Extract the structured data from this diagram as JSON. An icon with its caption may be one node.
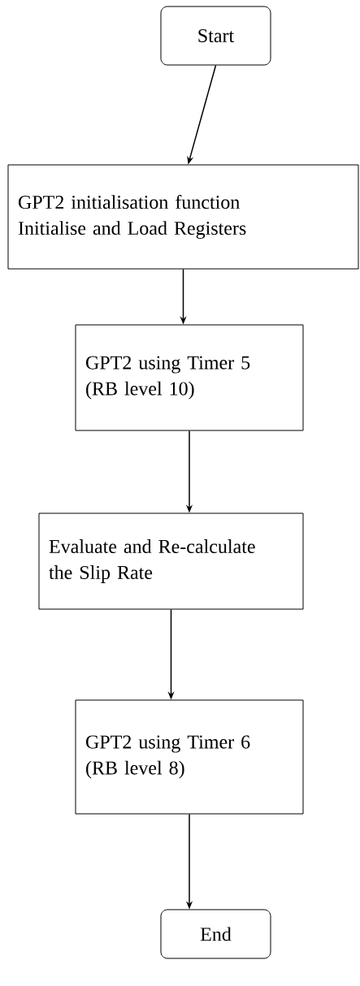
{
  "diagram": {
    "nodes": [
      {
        "text": [
          "Start"
        ]
      },
      {
        "text": [
          "GPT2 initialisation function",
          "Initialise and Load Registers"
        ]
      },
      {
        "text": [
          "GPT2 using Timer 5",
          "(RB level 10)"
        ]
      },
      {
        "text": [
          "Evaluate and Re-calculate",
          "the Slip Rate"
        ]
      },
      {
        "text": [
          "GPT2 using Timer 6",
          "(RB level 8)"
        ]
      },
      {
        "text": [
          "End"
        ]
      }
    ],
    "edges": [
      {
        "from": 0,
        "to": 1,
        "arrow": "to"
      },
      {
        "from": 1,
        "to": 2,
        "arrow": "to"
      },
      {
        "from": 2,
        "to": 3,
        "arrow": "to"
      },
      {
        "from": 3,
        "to": 4,
        "arrow": "to"
      },
      {
        "from": 4,
        "to": 5,
        "arrow": "to"
      }
    ]
  }
}
